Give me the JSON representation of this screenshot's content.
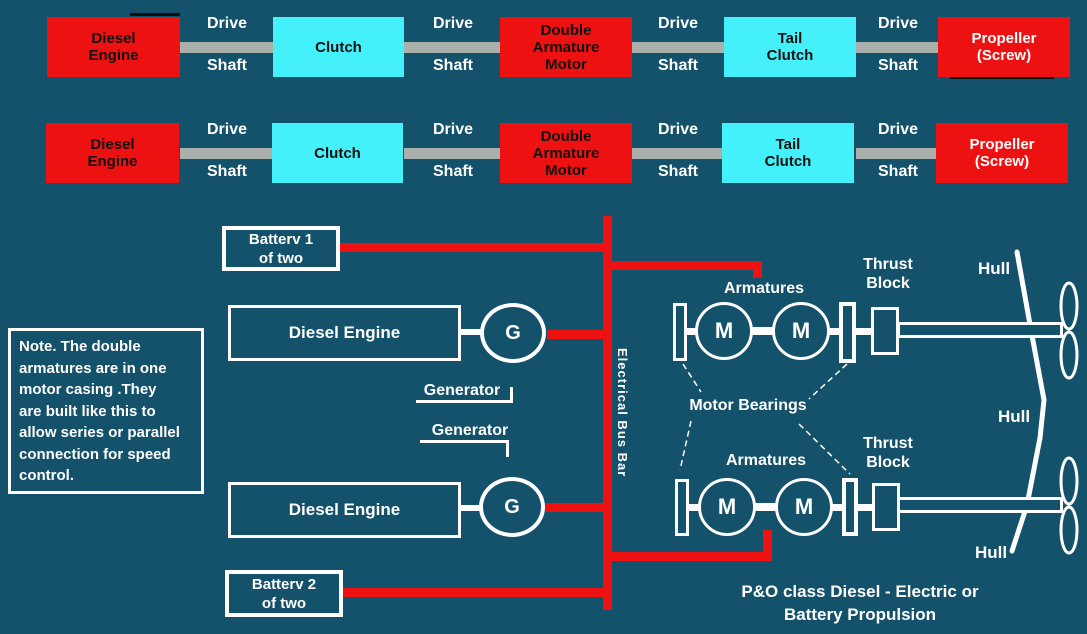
{
  "colors": {
    "bg": "#14516a",
    "red": "#ee1111",
    "cyan": "#44f0fa",
    "gray": "#a9b0ac",
    "white": "#ffffff"
  },
  "drivetrain": {
    "drive": "Drive",
    "shaft": "Shaft",
    "blocks": {
      "diesel_engine": "Diesel\nEngine",
      "clutch": "Clutch",
      "double_armature_motor": "Double\nArmature\nMotor",
      "tail_clutch": "Tail\nClutch",
      "propeller": "Propeller\n(Screw)"
    }
  },
  "electrical": {
    "battery1": "Batterv 1\nof two",
    "battery2": "Batterv 2\nof two",
    "diesel_engine": "Diesel Engine",
    "generator_label": "Generator",
    "generator_symbol": "G",
    "motor_symbol": "M",
    "bus_bar_label": "Electrical Bus Bar",
    "armatures": "Armatures",
    "thrust_block": "Thrust\nBlock",
    "motor_bearings": "Motor Bearings",
    "hull": "Hull"
  },
  "note": "Note.  The double\narmatures are in one\nmotor casing .They\nare built like this to\nallow series or parallel\nconnection for speed\ncontrol.",
  "caption": "P&O class Diesel - Electric or\nBattery  Propulsion"
}
